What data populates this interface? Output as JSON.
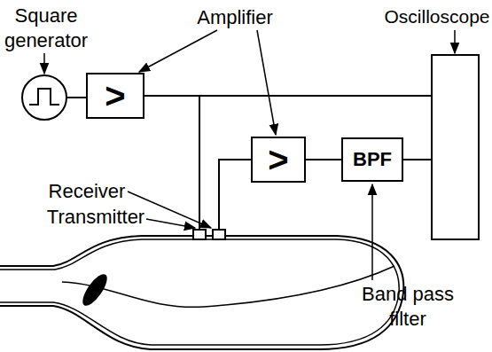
{
  "diagram": {
    "nodes": [
      {
        "text": [
          ">"
        ]
      },
      {
        "text": [
          ">"
        ]
      },
      {
        "text": [
          "BPF"
        ]
      }
    ],
    "edges": [
      {
        "from": 1,
        "to": 2,
        "arrow": "none"
      }
    ],
    "labels": [
      "Square generator",
      "Amplifier",
      "Oscilloscope",
      "Receiver",
      "Transmitter",
      "Band pass filter"
    ]
  }
}
